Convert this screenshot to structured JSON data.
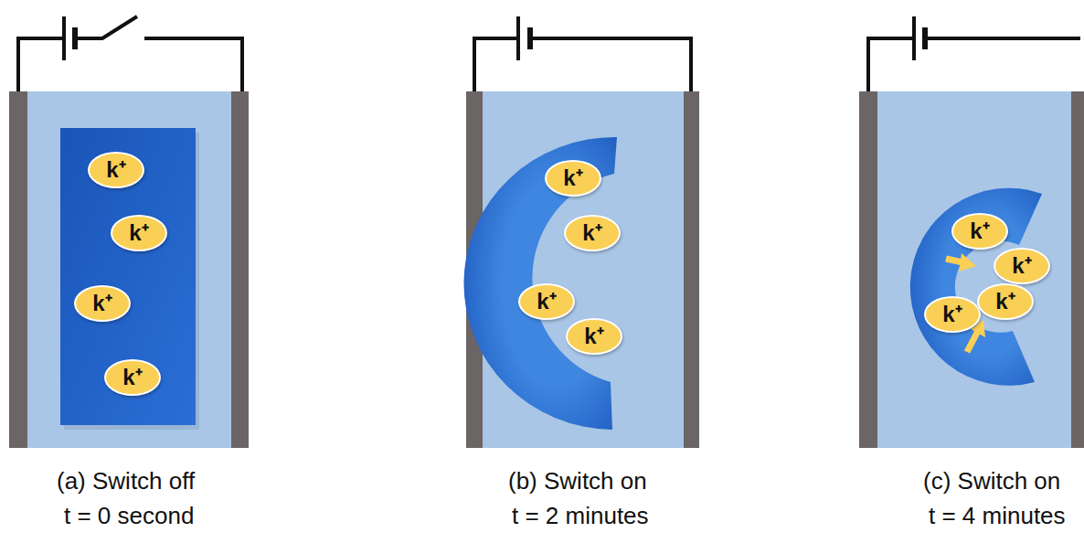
{
  "diagram": {
    "nodes": [
      {
        "text": [
          "k⁺"
        ]
      },
      {
        "text": [
          "k⁺"
        ]
      },
      {
        "text": [
          "k⁺"
        ]
      },
      {
        "text": [
          "k⁺"
        ]
      },
      {
        "text": [
          "k⁺"
        ]
      },
      {
        "text": [
          "k⁺"
        ]
      },
      {
        "text": [
          "k⁺"
        ]
      },
      {
        "text": [
          "k⁺"
        ]
      },
      {
        "text": [
          "k⁺"
        ]
      },
      {
        "text": [
          "k⁺"
        ]
      },
      {
        "text": [
          "k⁺"
        ]
      },
      {
        "text": [
          "k⁺"
        ]
      }
    ],
    "labels": [
      "(a) Switch off",
      "t = 0 second",
      "(b) Switch on",
      "t = 2 minutes",
      "(c) Switch on",
      "t = 4 minutes"
    ]
  }
}
